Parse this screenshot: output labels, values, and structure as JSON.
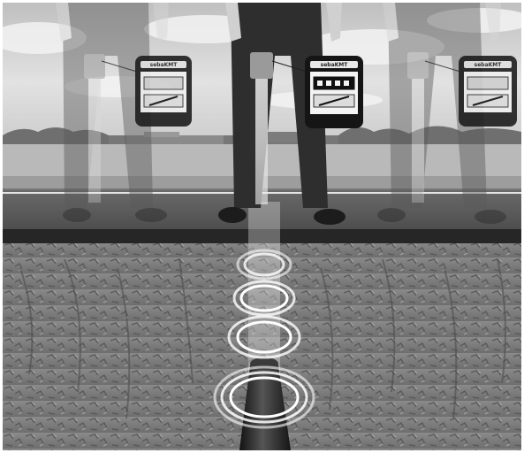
{
  "image": {
    "style": "grayscale photo composite",
    "scene": "three pipe-locator operators standing on road surface above buried pipe",
    "palette": {
      "sky": "#d9d9d9",
      "cloud": "#f2f2f2",
      "field": "#bdbdbd",
      "asphalt": "#3d3d3d",
      "soil": "#7a7a7a",
      "pipe": "#2a2a2a",
      "signal_ring": "#ffffff"
    },
    "device": {
      "brand_label": "sebaKMT"
    },
    "figures": [
      {
        "name": "left-operator",
        "opacity": 0.45
      },
      {
        "name": "center-operator",
        "opacity": 1.0
      },
      {
        "name": "right-operator",
        "opacity": 0.45
      }
    ]
  }
}
